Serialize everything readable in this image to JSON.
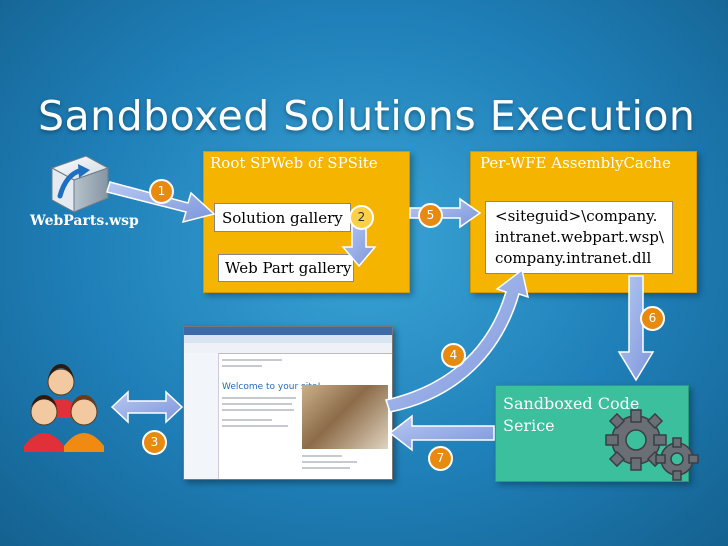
{
  "slide": {
    "title": "Sandboxed Solutions Execution",
    "package_label": "WebParts.wsp",
    "root_box": {
      "header": "Root SPWeb of SPSite",
      "solution_gallery": "Solution gallery",
      "web_part_gallery": "Web Part gallery"
    },
    "cache_box": {
      "header": "Per-WFE AssemblyCache",
      "lines": [
        "<siteguid>\\company.",
        "intranet.webpart.wsp\\",
        "company.intranet.dll"
      ]
    },
    "code_box": {
      "lines": [
        "Sandboxed Code",
        "Serice"
      ]
    },
    "screenshot": {
      "welcome": "Welcome to your site!"
    },
    "steps": [
      "1",
      "2",
      "3",
      "4",
      "5",
      "6",
      "7"
    ]
  },
  "colors": {
    "background": "#2a8fc8",
    "orange": "#f5b400",
    "green": "#3cbf9c",
    "arrow": "#8fa9e6",
    "badge": "#e88a10"
  },
  "icons": [
    "package-icon",
    "users-icon",
    "gears-icon"
  ]
}
